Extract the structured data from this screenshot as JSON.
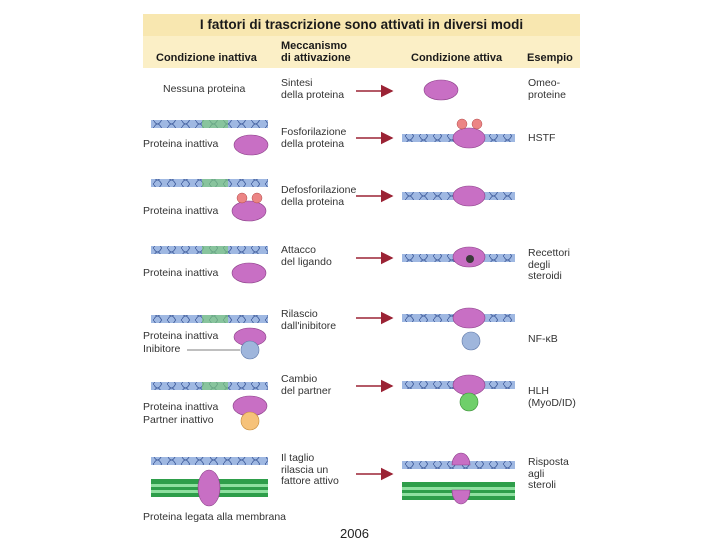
{
  "title": "I fattori di trascrizione sono attivati in diversi modi",
  "headers": {
    "inactive": "Condizione inattiva",
    "mechanism": "Meccanismo\ndi attivazione",
    "active": "Condizione attiva",
    "example": "Esempio"
  },
  "rows": [
    {
      "inactive_label": "Nessuna proteina",
      "mechanism": "Sintesi\ndella proteina",
      "example": "Omeo-\nproteine"
    },
    {
      "inactive_label": "Proteina inattiva",
      "mechanism": "Fosforilazione\ndella proteina",
      "example": "HSTF"
    },
    {
      "inactive_label": "Proteina inattiva",
      "mechanism": "Defosforilazione\ndella proteina",
      "example": ""
    },
    {
      "inactive_label": "Proteina inattiva",
      "mechanism": "Attacco\ndel ligando",
      "example": "Recettori\ndegli\nsteroidi"
    },
    {
      "inactive_label": "Proteina inattiva",
      "inactive_label_2": "Inibitore",
      "mechanism": "Rilascio\ndall'inibitore",
      "example": "NF-κB"
    },
    {
      "inactive_label": "Proteina inattiva",
      "inactive_label_2": "Partner inattivo",
      "mechanism": "Cambio\ndel partner",
      "example": "HLH\n(MyoD/ID)"
    },
    {
      "inactive_label": "Proteina legata alla membrana",
      "mechanism": "Il taglio\nrilascia un\nfattore attivo",
      "example": "Risposta\nagli\nsteroli"
    }
  ],
  "footer_year": "2006",
  "colors": {
    "title_bg": "#f8e7b0",
    "header_bg": "#fbefc6",
    "dna": "#7f9bd0",
    "dna_site": "#7ccb78",
    "protein": "#c86fc4",
    "phosphate": "#ec8585",
    "inhibitor": "#9fb6dc",
    "partner_active": "#6fcf6a",
    "partner_inactive": "#f6c27a",
    "membrane": "#2e9e4a",
    "arrow": "#9b2335"
  }
}
